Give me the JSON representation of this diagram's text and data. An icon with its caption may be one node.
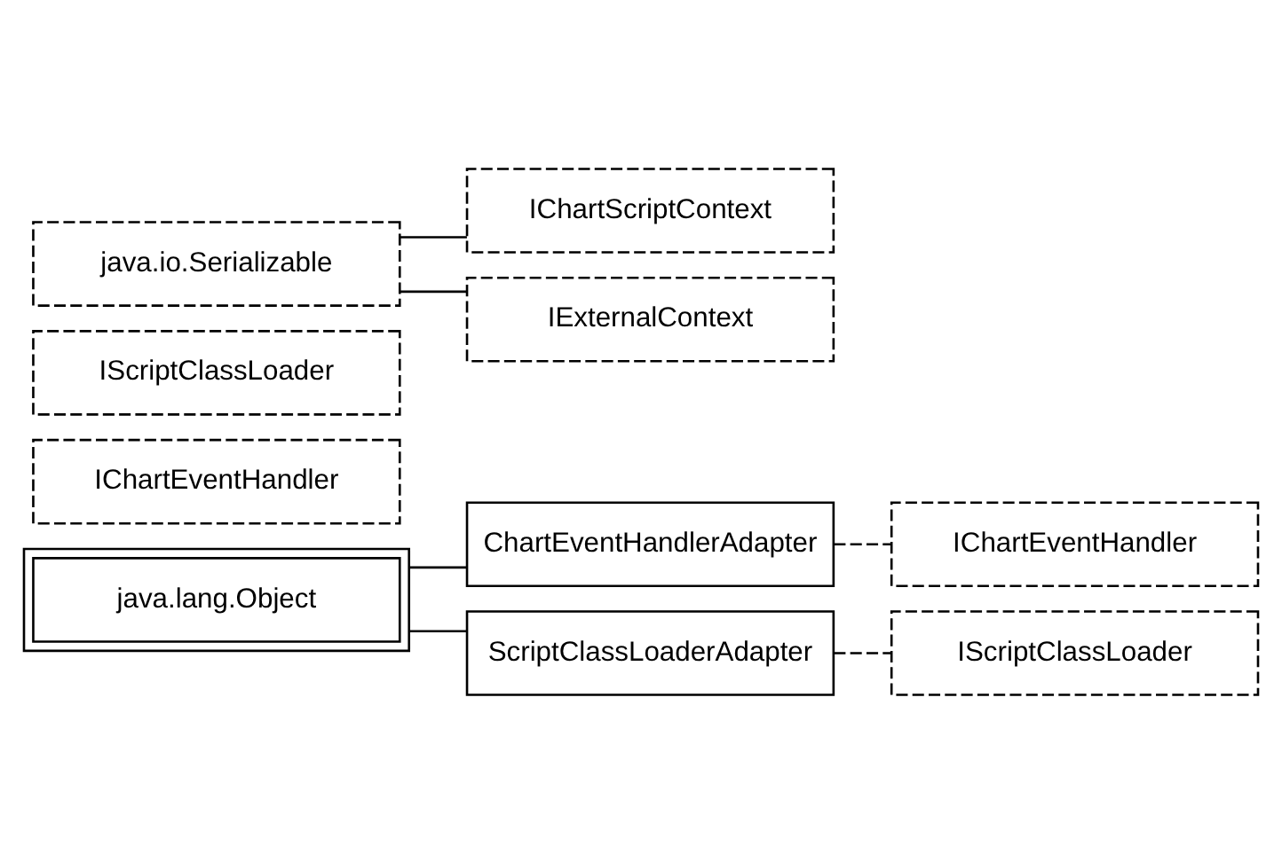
{
  "diagram": {
    "nodes": [
      {
        "text": [
          "java.lang.Object"
        ]
      },
      {
        "text": [
          "ChartEventHandlerAdapter"
        ]
      },
      {
        "text": [
          "IChartEventHandler"
        ]
      },
      {
        "text": [
          "ScriptClassLoaderAdapter"
        ]
      },
      {
        "text": [
          "IScriptClassLoader"
        ]
      },
      {
        "text": [
          "IChartEventHandler"
        ]
      },
      {
        "text": [
          "IScriptClassLoader"
        ]
      },
      {
        "text": [
          "java.io.Serializable"
        ]
      },
      {
        "text": [
          "IChartScriptContext"
        ]
      },
      {
        "text": [
          "IExternalContext"
        ]
      }
    ],
    "edges": [
      {
        "from": 0,
        "to": 1,
        "arrow": "none"
      },
      {
        "from": 0,
        "to": 3,
        "arrow": "none"
      },
      {
        "from": 1,
        "to": 2,
        "arrow": "none",
        "style": "dashed"
      },
      {
        "from": 3,
        "to": 4,
        "arrow": "none",
        "style": "dashed"
      },
      {
        "from": 7,
        "to": 8,
        "arrow": "none"
      },
      {
        "from": 7,
        "to": 9,
        "arrow": "none"
      }
    ]
  }
}
